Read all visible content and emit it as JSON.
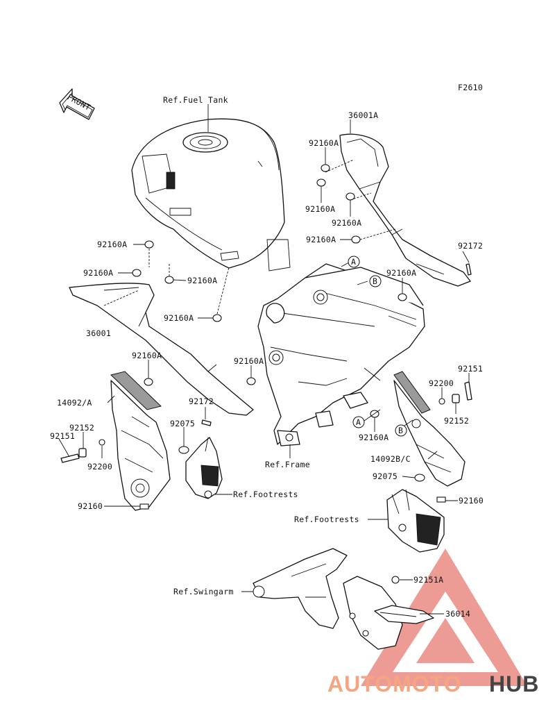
{
  "figure_code": "F2610",
  "front_label": "FRONT",
  "callout_labels": {
    "fuel_tank": "Ref.Fuel Tank",
    "frame": "Ref.Frame",
    "footrests_left": "Ref.Footrests",
    "footrests_right": "Ref.Footrests",
    "swingarm": "Ref.Swingarm"
  },
  "part_numbers": {
    "p36001A": "36001A",
    "p36001": "36001",
    "p14092A": "14092/A",
    "p14092BC": "14092B/C",
    "p36014": "36014",
    "p92151_left": "92151",
    "p92151_right": "92151",
    "p92151A": "92151A",
    "p92152_left": "92152",
    "p92152_right": "92152",
    "p92200_left": "92200",
    "p92200_right": "92200",
    "p92172_left": "92172",
    "p92172_right": "92172",
    "p92075_left": "92075",
    "p92075_right": "92075",
    "p92160_left": "92160",
    "p92160_right": "92160",
    "p92160A_1": "92160A",
    "p92160A_2": "92160A",
    "p92160A_3": "92160A",
    "p92160A_4": "92160A",
    "p92160A_5": "92160A",
    "p92160A_6": "92160A",
    "p92160A_7": "92160A",
    "p92160A_8": "92160A",
    "p92160A_9": "92160A",
    "p92160A_10": "92160A",
    "p92160A_11": "92160A",
    "p92160A_12": "92160A"
  },
  "reference_markers": {
    "a_frame": "A",
    "b_frame": "B",
    "a_bracket": "A",
    "b_bracket": "B"
  },
  "watermark": {
    "text_part1": "AUTOMOTO",
    "text_part2": "HUB",
    "color_accent": "#f4a582",
    "color_logo": "#e98a83",
    "color_dark": "#444444"
  }
}
